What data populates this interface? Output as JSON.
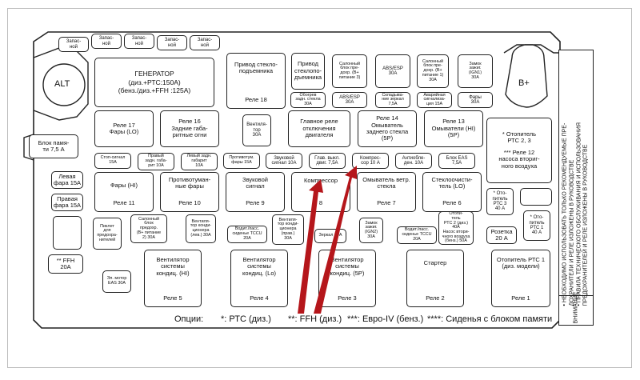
{
  "fuse_box": {
    "terminals": {
      "alt": "ALT",
      "b_plus": "B+"
    },
    "spares": [
      "Запас-\nной",
      "Запас-\nной",
      "Запас-\nной",
      "Запас-\nной",
      "Запас-\nной"
    ],
    "generator": {
      "title": "ГЕНЕРАТОР",
      "line1": "(диз.+РТС:150A)",
      "line2": "(бенз./диз.+FFH :125A)"
    },
    "relay18": {
      "name": "Привод стекло-\nподъемника",
      "num": "Реле 18"
    },
    "small_top": [
      {
        "key": "window_drive",
        "text": "Привод\nстеклопо-\nдъемника"
      },
      {
        "key": "salon_block_b",
        "text": "Салонный\nблок пре-\nдохр. (B+\nпитание 3)"
      },
      {
        "key": "abs_esp_30a_top",
        "text": "ABS/ESP\n30A"
      },
      {
        "key": "salon_block_30a",
        "text": "Салонный\nблок пре-\nдохр. (B+\nпитание 1)\n30A"
      },
      {
        "key": "ignition_lock",
        "text": "Замок\nзажиг.\n(IGN1)\n30A"
      },
      {
        "key": "rear_defrost_30a",
        "text": "Обогрев\nзадн. стекла\n30A"
      },
      {
        "key": "abs_esp_30a_2",
        "text": "ABS/ESP\n30A"
      },
      {
        "key": "folding_mirrors",
        "text": "Складыва-\nние зеркал\n7,5A"
      },
      {
        "key": "hazard",
        "text": "Аварийная\nсигнализа-\nция 15A"
      },
      {
        "key": "headlights_30a",
        "text": "Фары\n30A"
      }
    ],
    "relay17": {
      "name": "Реле 17\nФары (LO)"
    },
    "relay16": {
      "name": "Реле 16\nЗадние габа-\nритные огни"
    },
    "fan_relay": {
      "name": "Вентиля-\nтор",
      "num": "30A"
    },
    "main_relay": {
      "name": "Главное реле\nотключения\nдвигателя"
    },
    "relay14": {
      "name": "Реле 14\nОмыватель\nзаднего стекла\n(5P)"
    },
    "relay13": {
      "name": "Реле 13\nОмыватели (HI)\n(5P)"
    },
    "heater_box": {
      "line1": "* Отопитель\nРТС 2, 3",
      "line2": "*** Реле 12\nнасоса вториг-\nного воздуха"
    },
    "memory_block": "Блок памя-\nти 7,5 А",
    "row_fuses": [
      {
        "key": "stop_signal",
        "text": "Стоп-сигнал\n15A"
      },
      {
        "key": "right_rear_marker",
        "text": "Правый\nзадн. габа-\nрит 10A"
      },
      {
        "key": "left_rear_marker",
        "text": "Левый задн.\nгабарит\n10A"
      },
      {
        "key": "tcu_15a",
        "text": "Противотум.\nфары 15A"
      },
      {
        "key": "sound_signal_10a",
        "text": "Звуковой\nсигнал 10A"
      },
      {
        "key": "main_engine_7_5a",
        "text": "Глав. выкл.\nдвиг. 7,5A"
      },
      {
        "key": "compressor_10a",
        "text": "Компрес-\nсор 10 A"
      },
      {
        "key": "anti_theft",
        "text": "Антиобле-\nден. 10A"
      },
      {
        "key": "eas_block",
        "text": "Блок EAS\n7,5A"
      }
    ],
    "left_fuses": [
      {
        "key": "left_headlight",
        "text": "Левая\nфара 15A"
      },
      {
        "key": "right_headlight",
        "text": "Правая\nфара 15A"
      }
    ],
    "relay11": {
      "name": "Фары (HI)",
      "num": "Реле 11"
    },
    "relay10": {
      "name": "Противотуман-\nные фары",
      "num": "Реле 10"
    },
    "relay9": {
      "name": "Звуковой\nсигнал",
      "num": "Реле 9"
    },
    "relay8": {
      "name": "Компрессор",
      "num": "8"
    },
    "relay7": {
      "name": "Омыватель ветр.\nстекла",
      "num": "Реле 7"
    },
    "relay6": {
      "name": "Стеклоочисти-\nтель (LO)",
      "num": "Реле 6"
    },
    "heater_rtc3": "* Ото-\nпитель\nРТС 3\n40 А",
    "heater_rtc1": "* Ото-\nпитель\nРТС 1\n40 А",
    "lower_small": [
      {
        "key": "lighter",
        "text": "Пиклет\nдля\nпредохра-\nнителей"
      },
      {
        "key": "salon_block_b2",
        "text": "Салонный\nблок\nпредохр.\n(B+ питание\n2) 30A"
      },
      {
        "key": "ac_fan_hi",
        "text": "Вентиля-\nтор конди-\nционера\n(лев.) 30A"
      },
      {
        "key": "driver_seat",
        "text": "Водит./пасс.\nсиденье ТССU\n20A"
      },
      {
        "key": "ac_fan_right",
        "text": "Вентиля-\nтор конди-\nционера\n(прав.)\n30A"
      },
      {
        "key": "mirror_heat",
        "text": "Зеркал 10A"
      },
      {
        "key": "ign_lock2",
        "text": "Замок\nзажиг.\n(IGN2)\n30A"
      },
      {
        "key": "driver_seat2",
        "text": "Водит./пасс.\nсиденье ТССU\n20A"
      },
      {
        "key": "heater_rtc2",
        "text": "Отопи-\nтель\nРТС 2 (диз.)\n40A\nНасос втори-\nчного воздуха\n(бенз.) 50A"
      }
    ],
    "socket": "Розетка\n20 A",
    "ffh": "** FFH\n20A",
    "eas_motor": "Эл. мотор\nEAS 30A",
    "relay5": {
      "name": "Вентилятор\nсистемы\nкондиц. (HI)",
      "num": "Реле 5"
    },
    "relay4": {
      "name": "Вентилятор\nсистемы\nкондиц. (Lo)",
      "num": "Реле 4"
    },
    "relay3": {
      "name": "Вентилятор\nсистемы\nкондиц. (5P)",
      "num": "Реле 3"
    },
    "relay2": {
      "name": "Стартер",
      "num": "Реле 2"
    },
    "relay1": {
      "name": "Отопитель РТС 1\n(диз. модели)",
      "num": "Реле 1"
    },
    "pointer_color": "#b5161b"
  },
  "options": {
    "label": "Опции:",
    "items": [
      "*: РТС (диз.)",
      "**: FFH (диз.)",
      "***: Евро-IV (бенз.)",
      "****: Сиденья с блоком памяти"
    ]
  },
  "side_note": {
    "lines": [
      "• НЕОБХОДИМО ИСПОЛЬЗОВАТЬ ТОЛЬКО РЕКОМЕНДУЕМЫЕ ПРЕ-",
      "ДОХРАНИТЕЛИ И РЕЛЕ ИЗЛОЖЕНЫ В РУКОВОДСТВЕ",
      "• ПРАВИЛА ТЕХНИЧЕСКОГО ОБСЛУЖИВАНИЯ И ИСПОЛЬЗОВАНИЯ",
      "ПРЕДОХРАНИТЕЛЕЙ И РЕЛЕ ИЗЛОЖЕНЫ В РУКОВОДСТВЕ"
    ],
    "title": "ВНИМАНИЕ"
  }
}
